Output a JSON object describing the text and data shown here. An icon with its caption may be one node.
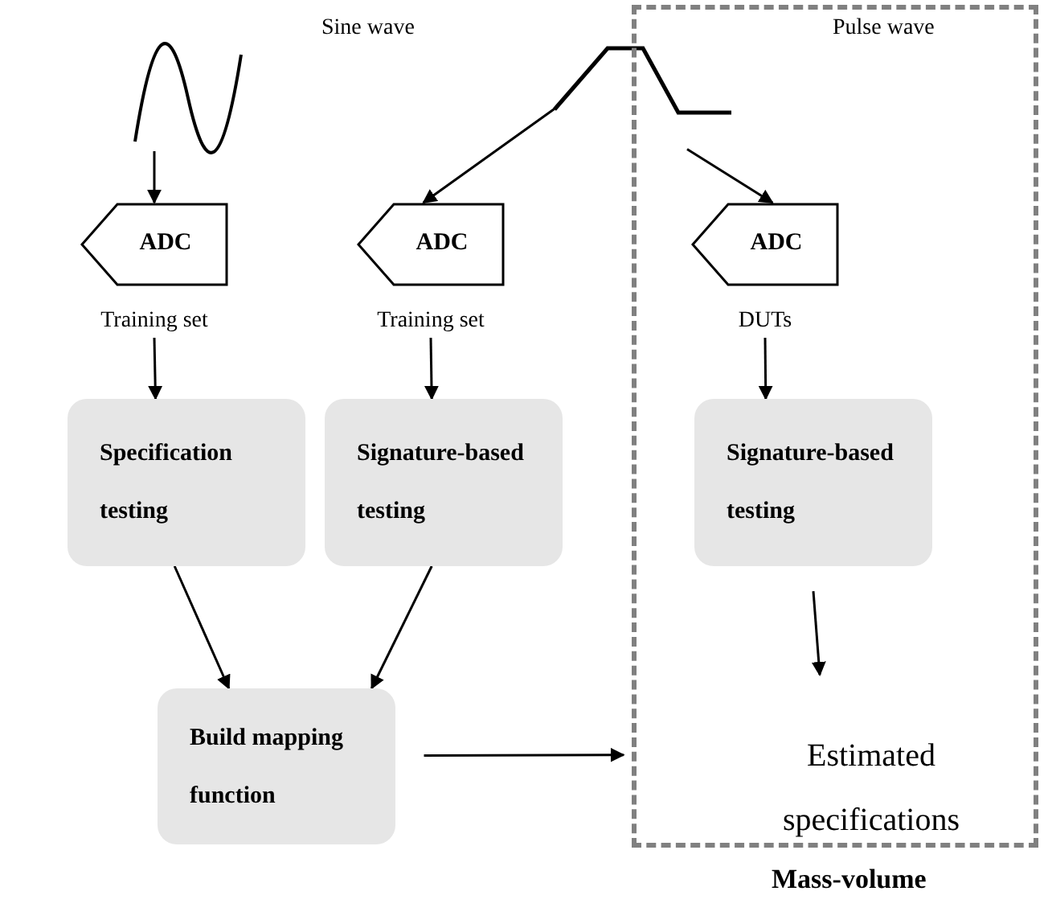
{
  "diagram": {
    "nodes": [
      {
        "text": [],
        "shape": "picture"
      },
      {
        "text": [],
        "shape": "picture"
      },
      {
        "text": [
          "ADC"
        ],
        "beside": [
          "Training set"
        ]
      },
      {
        "text": [
          "ADC"
        ],
        "beside": [
          "Training set"
        ]
      },
      {
        "text": [
          "Mass-volume"
        ]
      },
      {
        "text": [
          "ADC"
        ],
        "beside": [
          "DUTs"
        ],
        "in": 4
      },
      {
        "text": [
          "Specification testing"
        ]
      },
      {
        "text": [
          "Signature-based testing"
        ]
      },
      {
        "text": [
          "Signature-based testing"
        ],
        "in": 4
      },
      {
        "text": [
          "Build mapping function"
        ]
      },
      {
        "text": [
          "Estimated specifications"
        ],
        "in": 4
      }
    ],
    "edges": [
      {
        "from": 0,
        "to": 2,
        "arrow": "to"
      },
      {
        "from": 1,
        "to": 3,
        "arrow": "to"
      },
      {
        "from": 1,
        "to": 5,
        "arrow": "to"
      },
      {
        "from": 2,
        "to": 6,
        "arrow": "to"
      },
      {
        "from": 3,
        "to": 7,
        "arrow": "to"
      },
      {
        "from": 5,
        "to": 8,
        "arrow": "to"
      },
      {
        "from": 6,
        "to": 9,
        "arrow": "to"
      },
      {
        "from": 7,
        "to": 9,
        "arrow": "to"
      },
      {
        "from": 9,
        "to": 4,
        "arrow": "to"
      },
      {
        "from": 8,
        "to": 10,
        "arrow": "to"
      }
    ],
    "labels": [
      "Sine wave",
      "Pulse wave"
    ]
  }
}
